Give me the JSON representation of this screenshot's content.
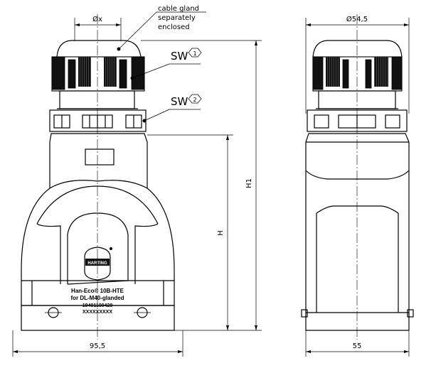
{
  "drawing": {
    "note": {
      "line1": "cable gland",
      "line2": "separately",
      "line3": "enclosed"
    },
    "sw1": {
      "label": "SW",
      "number": "1"
    },
    "sw2": {
      "label": "SW",
      "number": "2"
    },
    "dimensions": {
      "gland_diameter": "Øx",
      "side_diameter": "Ø54,5",
      "width_front": "95,5",
      "width_side": "55",
      "height_hood": "H",
      "height_total": "H1"
    },
    "product_label": {
      "logo": "HARTING",
      "line1": "Han-Eco® 10B-HTE",
      "line2": "for DL-M40-glanded",
      "line3": "19401100428",
      "line4": "XXXXXXXXX"
    }
  }
}
